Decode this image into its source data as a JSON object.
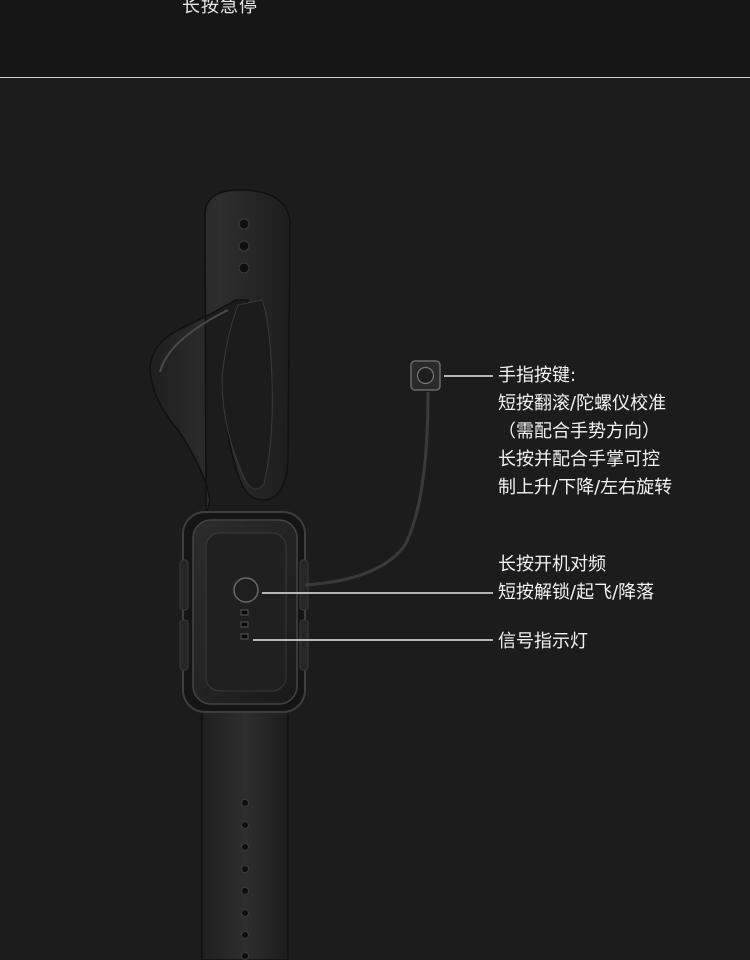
{
  "top_caption": "长按急停",
  "finger_button": {
    "title": "手指按键:",
    "lines": [
      "短按翻滚/陀螺仪校准",
      "（需配合手势方向）",
      "长按并配合手掌可控",
      "制上升/下降/左右旋转"
    ]
  },
  "main_button": {
    "lines": [
      "长按开机对频",
      "短按解锁/起飞/降落"
    ]
  },
  "indicator": {
    "label": "信号指示灯"
  },
  "colors": {
    "background": "#1c1c1c",
    "strap": "#2a2a2a",
    "device": "#242424",
    "leader_line": "#e8e8e8",
    "text": "#f2f2f2"
  }
}
